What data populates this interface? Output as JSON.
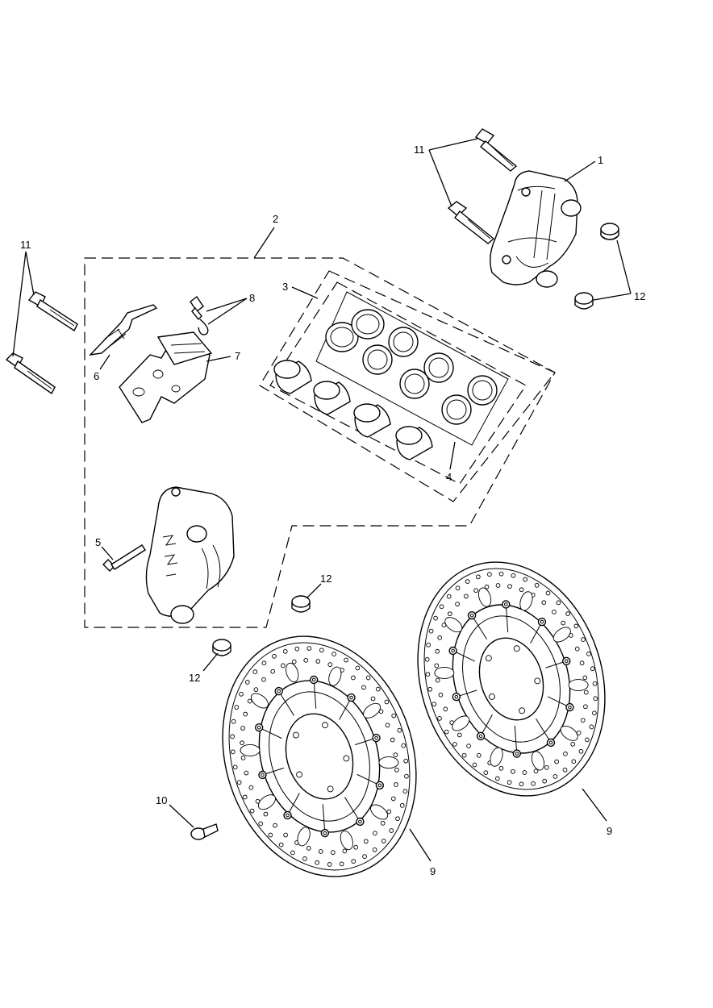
{
  "callouts": {
    "c1": "1",
    "c2": "2",
    "c3": "3",
    "c4": "4",
    "c5": "5",
    "c6": "6",
    "c7": "7",
    "c8": "8",
    "c9a": "9",
    "c9b": "9",
    "c10": "10",
    "c11a": "11",
    "c11b": "11",
    "c12a": "12",
    "c12b": "12",
    "c12c": "12"
  },
  "components": [
    {
      "id": "caliper-right",
      "callout": "1"
    },
    {
      "id": "caliper-kit-left",
      "callout": "2"
    },
    {
      "id": "seal-kit",
      "callout": "3"
    },
    {
      "id": "piston-kit",
      "callout": "4"
    },
    {
      "id": "pad-pin",
      "callout": "5"
    },
    {
      "id": "pad-spring",
      "callout": "6"
    },
    {
      "id": "brake-pads",
      "callout": "7"
    },
    {
      "id": "bleed-nipple-and-cap",
      "callout": "8"
    },
    {
      "id": "brake-disc",
      "callout": "9"
    },
    {
      "id": "disc-bolt",
      "callout": "10"
    },
    {
      "id": "caliper-bolt",
      "callout": "11"
    },
    {
      "id": "spacer",
      "callout": "12"
    }
  ]
}
